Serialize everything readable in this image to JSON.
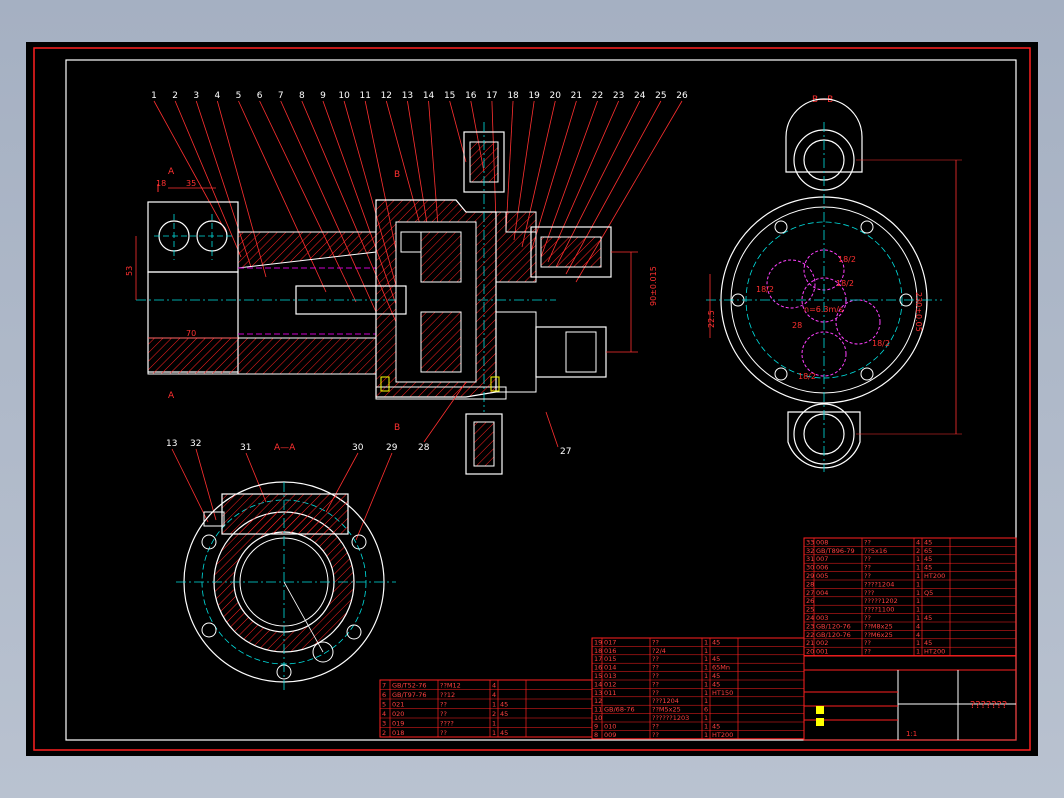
{
  "colors": {
    "background": "#000000",
    "frame": "#ff2020",
    "geometry": "#ffffff",
    "centerline": "#00e0e0",
    "hatch": "#ff2020",
    "hidden": "#cc00cc",
    "dimension": "#ff3030",
    "magenta": "#ff40ff",
    "yellow": "#ffff00"
  },
  "balloons": [
    "1",
    "2",
    "3",
    "4",
    "5",
    "6",
    "7",
    "8",
    "9",
    "10",
    "11",
    "12",
    "13",
    "14",
    "15",
    "16",
    "17",
    "18",
    "19",
    "20",
    "21",
    "22",
    "23",
    "24",
    "25",
    "26"
  ],
  "balloons_lower": [
    "27",
    "28"
  ],
  "section_labels": {
    "aa_top": "A",
    "aa_bottom": "A",
    "bb_top": "B",
    "bb_bottom": "B",
    "bb_view_title": "B—B",
    "aa_view_title": "A—A"
  },
  "aa_balloons": [
    "13",
    "32",
    "31",
    "30",
    "29"
  ],
  "dims": {
    "d18": "18",
    "d35": "35",
    "d53": "53",
    "d70": "70",
    "d90": "90±0.015",
    "d230": "230±0.05",
    "d225": "22.5",
    "r18a": "18/2",
    "r18b": "18/2",
    "r18c": "18/2",
    "r18d": "18/2",
    "r18e": "18/2",
    "pitch": "n=6.3m/s",
    "d28": "28"
  },
  "title_block": {
    "drawing_title": "???????",
    "scale_hint": "1:1"
  },
  "bom_right": [
    [
      "33",
      "008",
      "??",
      "4",
      "45"
    ],
    [
      "32",
      "GB/T896-79",
      "??5x16",
      "2",
      "65"
    ],
    [
      "31",
      "007",
      "??",
      "1",
      "45"
    ],
    [
      "30",
      "006",
      "??",
      "1",
      "45"
    ],
    [
      "29",
      "005",
      "??",
      "1",
      "HT200"
    ],
    [
      "28",
      "",
      "????1204",
      "1",
      ""
    ],
    [
      "27",
      "004",
      "???",
      "1",
      "Q5"
    ],
    [
      "26",
      "",
      "?????1202",
      "1",
      ""
    ],
    [
      "25",
      "",
      "????1100",
      "1",
      ""
    ],
    [
      "24",
      "003",
      "??",
      "1",
      "45"
    ],
    [
      "23",
      "GB/120-76",
      "??M8x25",
      "4",
      ""
    ],
    [
      "22",
      "GB/120-76",
      "??M6x25",
      "4",
      ""
    ],
    [
      "21",
      "002",
      "??",
      "1",
      "45"
    ],
    [
      "20",
      "001",
      "??",
      "1",
      "HT200"
    ]
  ],
  "bom_mid": [
    [
      "19",
      "017",
      "??",
      "1",
      "45"
    ],
    [
      "18",
      "016",
      "?2/4",
      "1",
      ""
    ],
    [
      "17",
      "015",
      "??",
      "1",
      "45"
    ],
    [
      "16",
      "014",
      "??",
      "1",
      "65Mn"
    ],
    [
      "15",
      "013",
      "??",
      "1",
      "45"
    ],
    [
      "14",
      "012",
      "??",
      "1",
      "45"
    ],
    [
      "13",
      "011",
      "??",
      "1",
      "HT150"
    ],
    [
      "12",
      "",
      "???1204",
      "1",
      ""
    ],
    [
      "11",
      "GB/68-76",
      "??M5x25",
      "6",
      ""
    ],
    [
      "10",
      "",
      "??????1203",
      "1",
      ""
    ],
    [
      "9",
      "010",
      "??",
      "1",
      "45"
    ],
    [
      "8",
      "009",
      "??",
      "1",
      "HT200"
    ]
  ],
  "bom_left": [
    [
      "7",
      "GB/T52-76",
      "??M12",
      "4",
      ""
    ],
    [
      "6",
      "GB/T97-76",
      "??12",
      "4",
      ""
    ],
    [
      "5",
      "021",
      "??",
      "1",
      "45"
    ],
    [
      "4",
      "020",
      "??",
      "2",
      "45"
    ],
    [
      "3",
      "019",
      "????",
      "1",
      ""
    ],
    [
      "2",
      "018",
      "??",
      "1",
      "45"
    ]
  ]
}
